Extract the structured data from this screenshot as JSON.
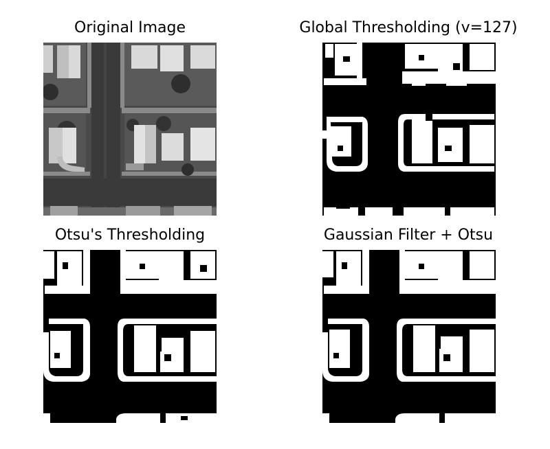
{
  "figure": {
    "panels": [
      {
        "title": "Original Image",
        "kind": "grayscale"
      },
      {
        "title": "Global Thresholding (v=127)",
        "kind": "binary"
      },
      {
        "title": "Otsu's Thresholding",
        "kind": "binary"
      },
      {
        "title": "Gaussian Filter + Otsu",
        "kind": "binary"
      }
    ]
  }
}
